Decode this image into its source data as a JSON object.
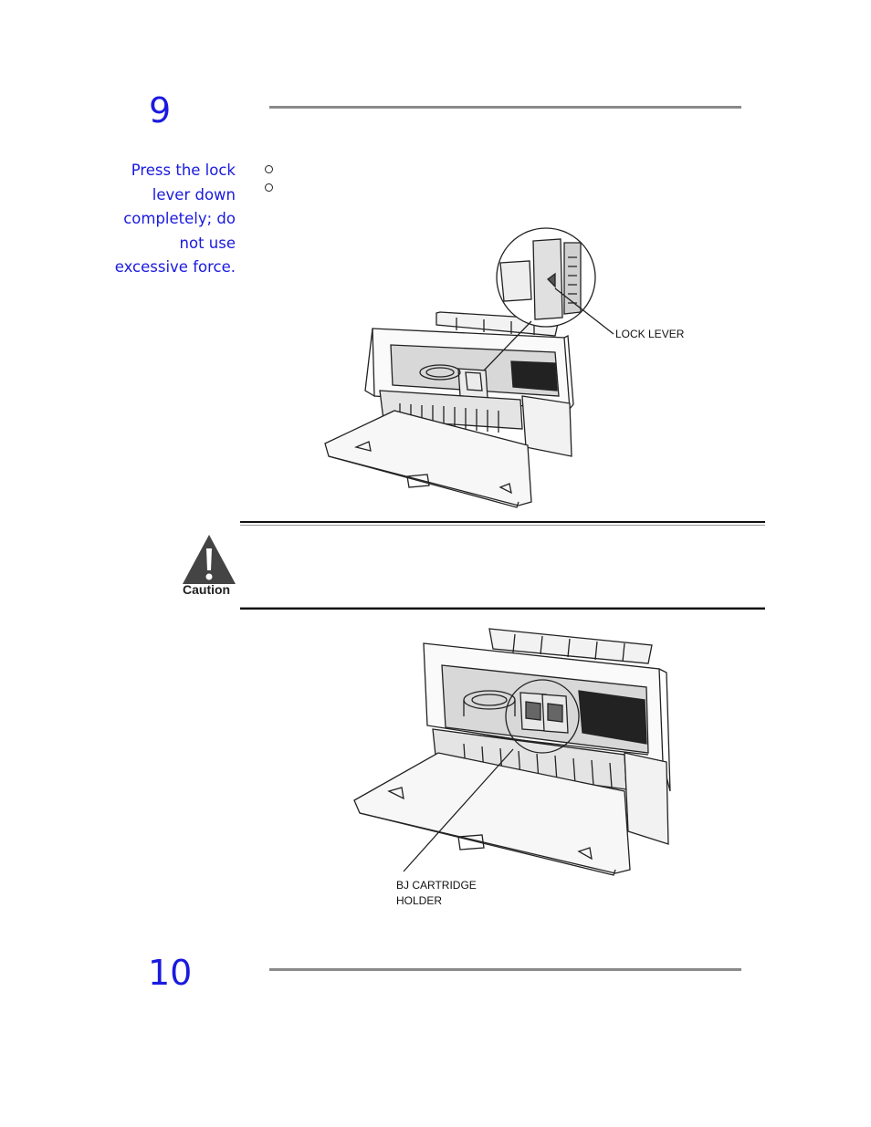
{
  "steps": [
    {
      "number": "9"
    },
    {
      "number": "10"
    }
  ],
  "sidenote": {
    "lines": [
      "Press the lock",
      "lever down",
      "completely; do",
      "not use",
      "excessive force."
    ]
  },
  "figure1": {
    "callout": "LOCK LEVER"
  },
  "caution": {
    "label": "Caution",
    "icon": "warning-triangle-icon"
  },
  "figure2": {
    "callout_lines": [
      "BJ CARTRIDGE",
      "HOLDER"
    ]
  },
  "colors": {
    "accent": "#1a1adf",
    "rule": "#8a8a8a"
  }
}
